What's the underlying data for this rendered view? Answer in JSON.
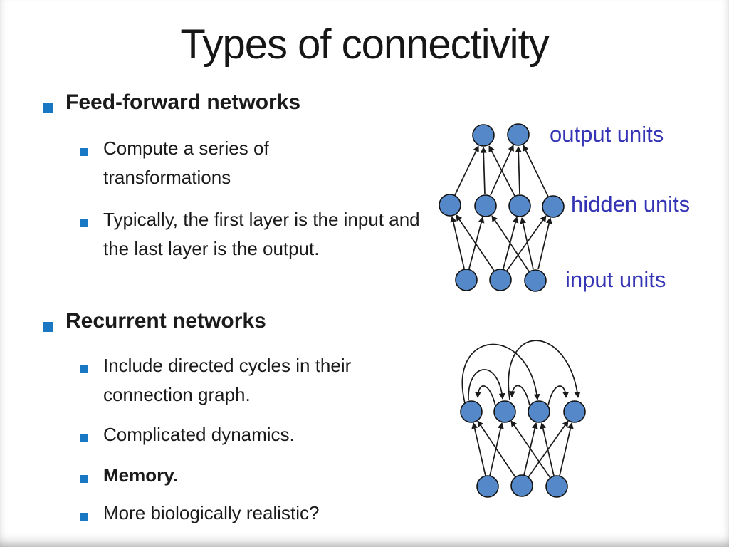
{
  "slide": {
    "title": "Types of connectivity",
    "bullets": [
      {
        "level": 1,
        "bold": true,
        "text": "Feed-forward networks"
      },
      {
        "level": 2,
        "bold": false,
        "text": "Compute a series of transformations"
      },
      {
        "level": 2,
        "bold": false,
        "text": "Typically, the first layer is the input and the last layer is the output."
      },
      {
        "level": 1,
        "bold": true,
        "text": "Recurrent networks"
      },
      {
        "level": 2,
        "bold": false,
        "text": "Include directed cycles in their connection graph."
      },
      {
        "level": 2,
        "bold": false,
        "text": "Complicated dynamics."
      },
      {
        "level": 2,
        "bold": true,
        "text": "Memory."
      },
      {
        "level": 2,
        "bold": false,
        "text": "More biologically realistic?"
      }
    ]
  },
  "diagrams": {
    "feedforward": {
      "labels": {
        "output": "output units",
        "hidden": "hidden units",
        "input": "input units"
      },
      "layers": {
        "output_units": 2,
        "hidden_units": 4,
        "input_units": 3
      }
    },
    "recurrent": {
      "top_row_units": 4,
      "bottom_row_units": 3
    }
  },
  "colors": {
    "bullet_blue": "#1878c4",
    "node_fill": "#5588c9",
    "node_stroke": "#121212",
    "diagram_label_blue": "#3434b5",
    "text": "#1b1b1b"
  }
}
